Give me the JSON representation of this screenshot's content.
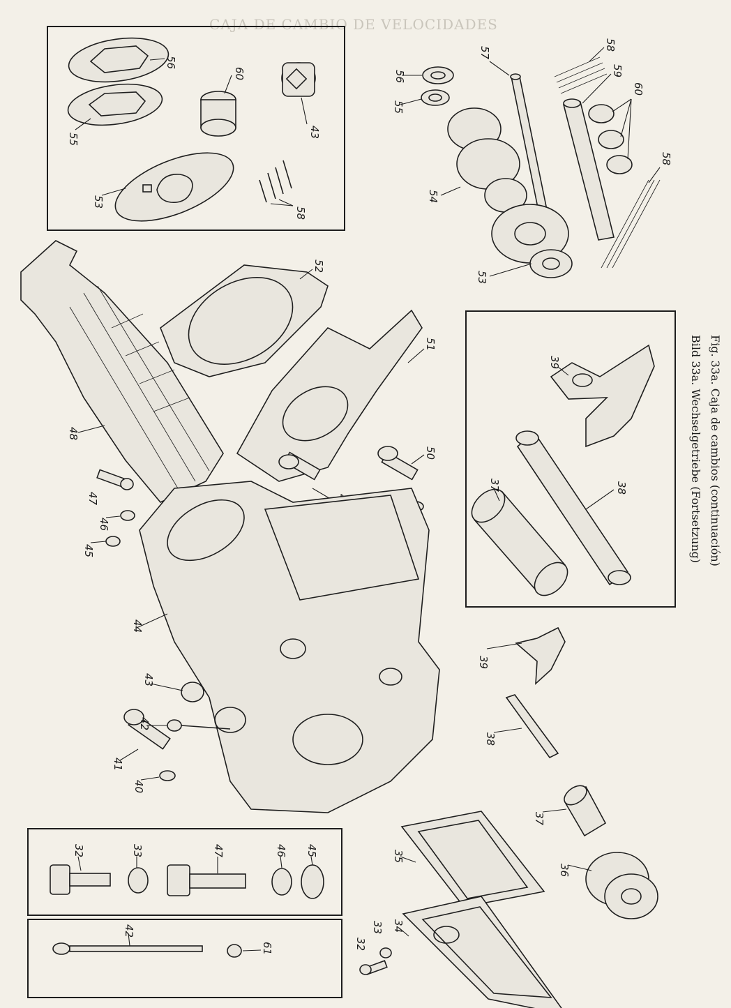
{
  "header_bleed": "CAJA DE CAMBIO DE VELOCIDADES",
  "caption": {
    "line1": "Bild 33a. Wechselgetriebe (Fortsetzung)",
    "line2": "Fig. 33a. Caja de cambios (continuación)"
  },
  "parts": {
    "p56a": "56",
    "p55a": "55",
    "p60a": "60",
    "p43a": "43",
    "p53a": "53",
    "p58a": "58",
    "p56b": "56",
    "p55b": "55",
    "p57": "57",
    "p58b": "58",
    "p59": "59",
    "p60b": "60",
    "p58c": "58",
    "p54": "54",
    "p53b": "53",
    "p52": "52",
    "p51": "51",
    "p48": "48",
    "p47a": "47",
    "p46a": "46",
    "p45a": "45",
    "p49": "49",
    "p50": "50",
    "p40a": "40",
    "p39a": "39",
    "p37": "37",
    "p38a": "38",
    "p44": "44",
    "p43b": "43",
    "p42a": "42",
    "p41": "41",
    "p40b": "40",
    "p39b": "39",
    "p38b": "38",
    "p37b": "37",
    "p36": "36",
    "p35": "35",
    "p34": "34",
    "p32a": "32",
    "p33a": "33",
    "p47b": "47",
    "p46b": "46",
    "p45b": "45",
    "p42b": "42",
    "p61": "61",
    "p32b": "32",
    "p33b": "33"
  }
}
